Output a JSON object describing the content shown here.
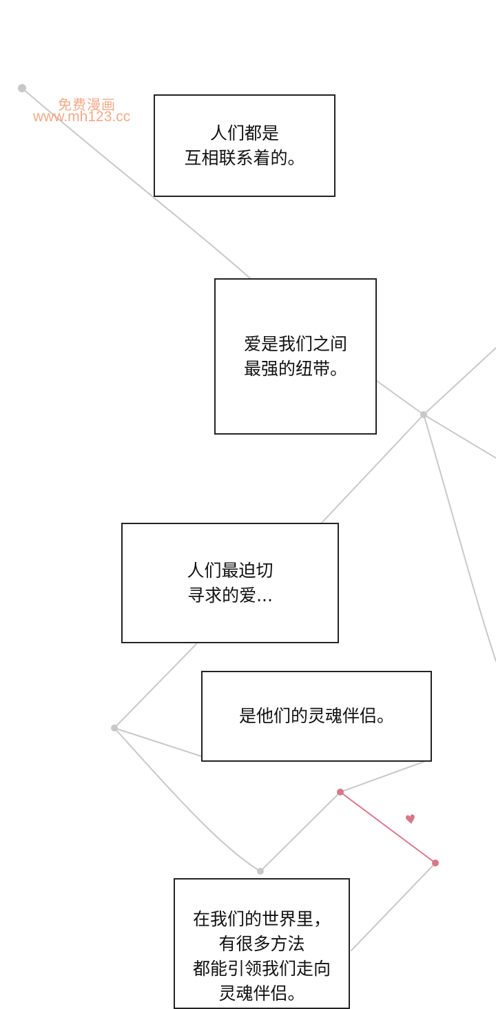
{
  "watermark": {
    "line1": "免费漫画",
    "line2": "www.mh123.cc"
  },
  "panels": [
    {
      "lines": [
        "人们都是",
        "互相联系着的。"
      ]
    },
    {
      "lines": [
        "爱是我们之间",
        "最强的纽带。"
      ]
    },
    {
      "lines": [
        "人们最迫切",
        "寻求的爱..."
      ]
    },
    {
      "lines": [
        "是他们的灵魂伴侣。"
      ]
    },
    {
      "lines": [
        "在我们的世界里，",
        "有很多方法",
        "都能引领我们走向",
        "灵魂伴侣。"
      ]
    }
  ],
  "heart_icon": "♥",
  "colors": {
    "thread": "#c8c8c8",
    "red_thread": "#d9778a",
    "border": "#222222",
    "watermark": "#f3a07a"
  }
}
